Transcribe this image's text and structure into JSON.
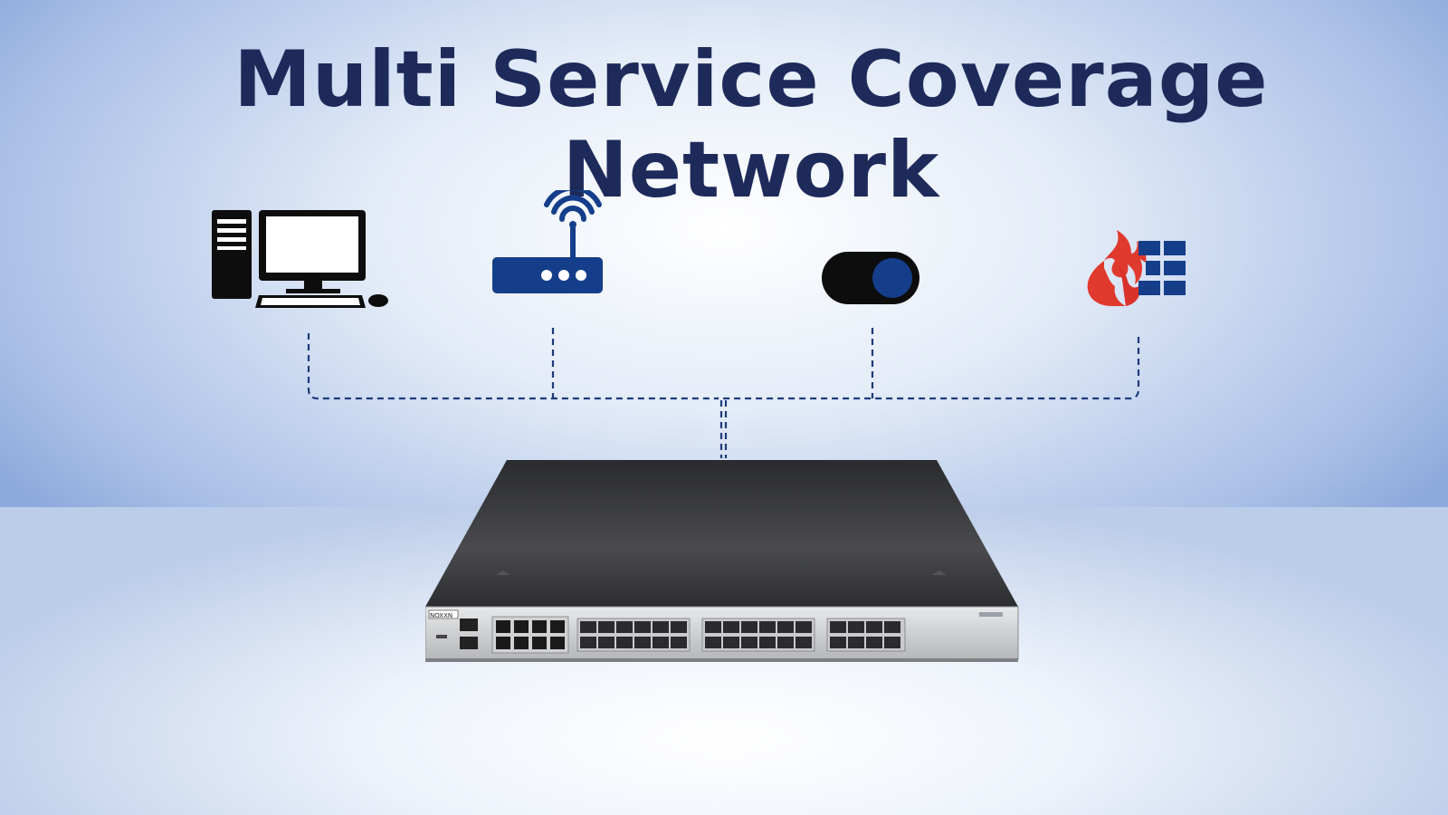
{
  "title": "Multi Service Coverage Network",
  "colors": {
    "title": "#1e2a5a",
    "icon_dark": "#0d0d0d",
    "icon_blue": "#153e8a",
    "fire_red": "#e03a2e",
    "connector": "#1d3a7a"
  },
  "nodes": [
    {
      "id": "computer",
      "icon": "desktop-computer-icon"
    },
    {
      "id": "router",
      "icon": "wifi-router-icon"
    },
    {
      "id": "toggle",
      "icon": "toggle-switch-icon"
    },
    {
      "id": "firewall",
      "icon": "firewall-icon"
    }
  ],
  "device": {
    "icon": "network-switch",
    "brand": "NOXXN"
  }
}
